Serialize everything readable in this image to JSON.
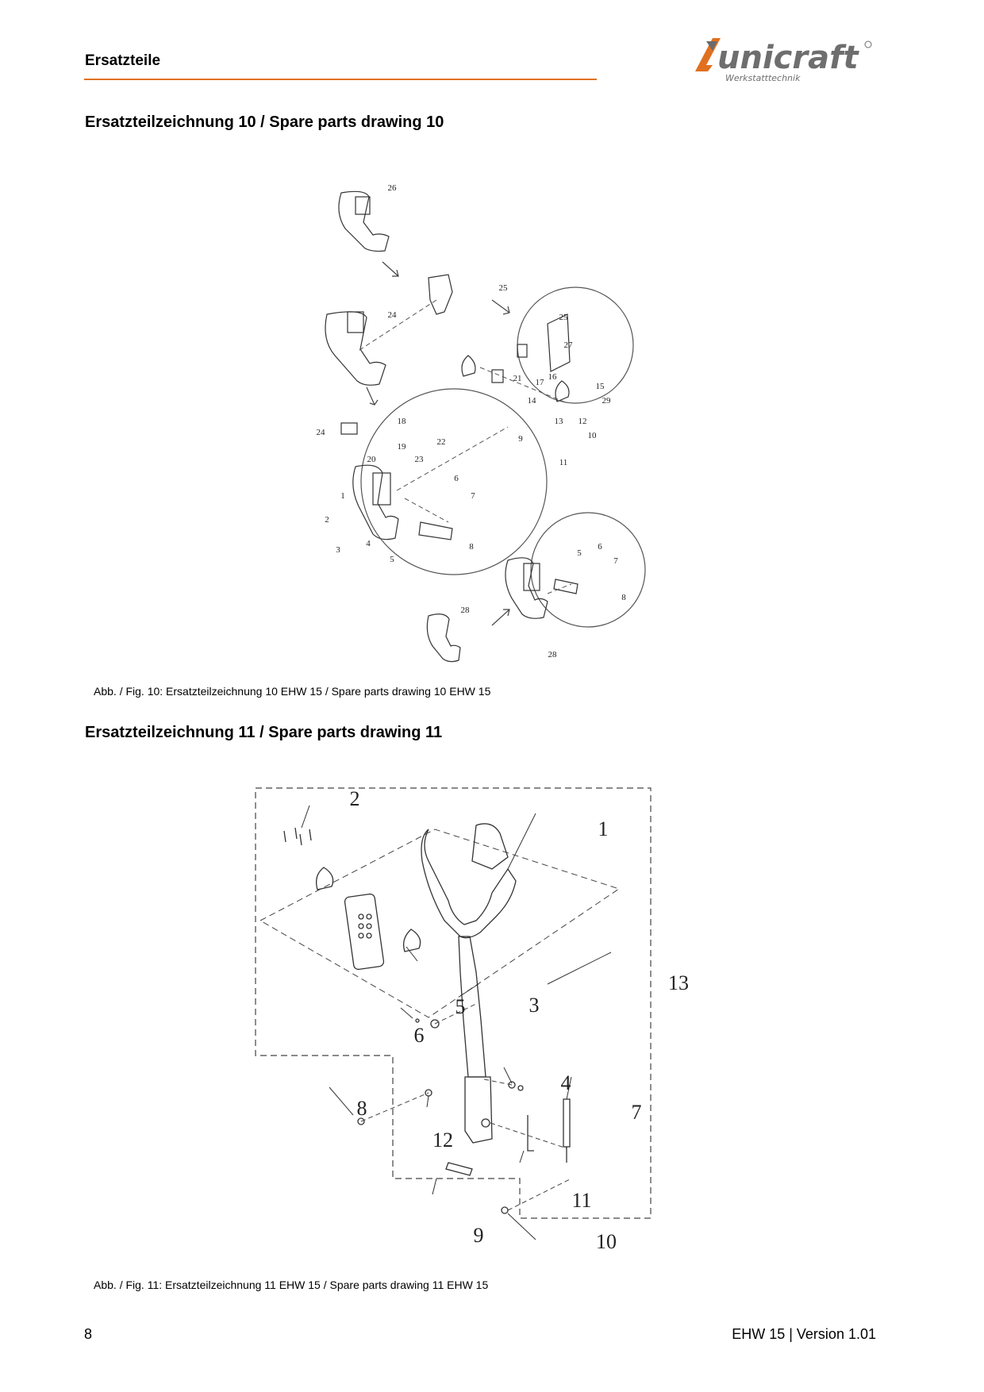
{
  "header": {
    "section_title": "Ersatzteile",
    "brand": "unicraft",
    "brand_tagline": "Werkstatttechnik",
    "accent_color": "#e07020"
  },
  "figures": [
    {
      "heading": "Ersatzteilzeichnung 10 / Spare parts drawing 10",
      "caption": "Abb. / Fig. 10: Ersatzteilzeichnung 10 EHW 15 / Spare parts drawing 10 EHW 15",
      "part_labels": [
        "26",
        "25",
        "25",
        "24",
        "27",
        "21",
        "17",
        "16",
        "15",
        "29",
        "14",
        "13",
        "12",
        "9",
        "10",
        "11",
        "24",
        "18",
        "19",
        "20",
        "22",
        "23",
        "6",
        "7",
        "1",
        "2",
        "4",
        "3",
        "5",
        "8",
        "5",
        "6",
        "7",
        "8",
        "28",
        "28"
      ]
    },
    {
      "heading": "Ersatzteilzeichnung 11 / Spare parts drawing 11",
      "caption": "Abb. / Fig. 11: Ersatzteilzeichnung 11 EHW 15 / Spare parts drawing 11 EHW 15",
      "part_labels": [
        "2",
        "1",
        "13",
        "3",
        "5",
        "6",
        "4",
        "7",
        "8",
        "12",
        "11",
        "9",
        "10"
      ]
    }
  ],
  "footer": {
    "page_number": "8",
    "doc_version": "EHW 15 | Version 1.01"
  }
}
